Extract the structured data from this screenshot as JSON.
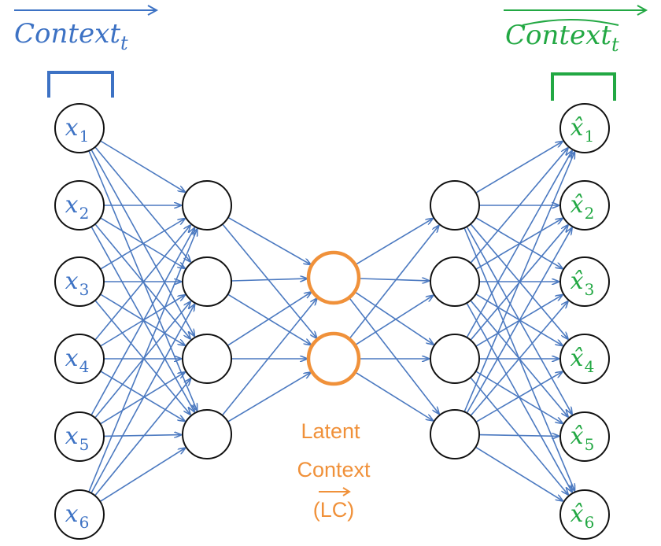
{
  "colors": {
    "input": "#3d72c4",
    "output": "#22a843",
    "latent": "#f0913a",
    "edge": "#4b79c0",
    "node_stroke": "#111111"
  },
  "layers": [
    {
      "id": "input",
      "count": 6
    },
    {
      "id": "hidden-1",
      "count": 4
    },
    {
      "id": "latent",
      "count": 2
    },
    {
      "id": "hidden-2",
      "count": 4
    },
    {
      "id": "output",
      "count": 6
    }
  ],
  "input_context": {
    "base": "Context",
    "sub": "t"
  },
  "output_context": {
    "base": "Context",
    "sub": "t"
  },
  "input_labels": [
    {
      "base": "x",
      "sub": "1"
    },
    {
      "base": "x",
      "sub": "2"
    },
    {
      "base": "x",
      "sub": "3"
    },
    {
      "base": "x",
      "sub": "4"
    },
    {
      "base": "x",
      "sub": "5"
    },
    {
      "base": "x",
      "sub": "6"
    }
  ],
  "output_labels": [
    {
      "base": "x̂",
      "sub": "1"
    },
    {
      "base": "x̂",
      "sub": "2"
    },
    {
      "base": "x̂",
      "sub": "3"
    },
    {
      "base": "x̂",
      "sub": "4"
    },
    {
      "base": "x̂",
      "sub": "5"
    },
    {
      "base": "x̂",
      "sub": "6"
    }
  ],
  "latent_label": {
    "line1": "Latent",
    "line2": "Context",
    "line3": "(LC)"
  }
}
